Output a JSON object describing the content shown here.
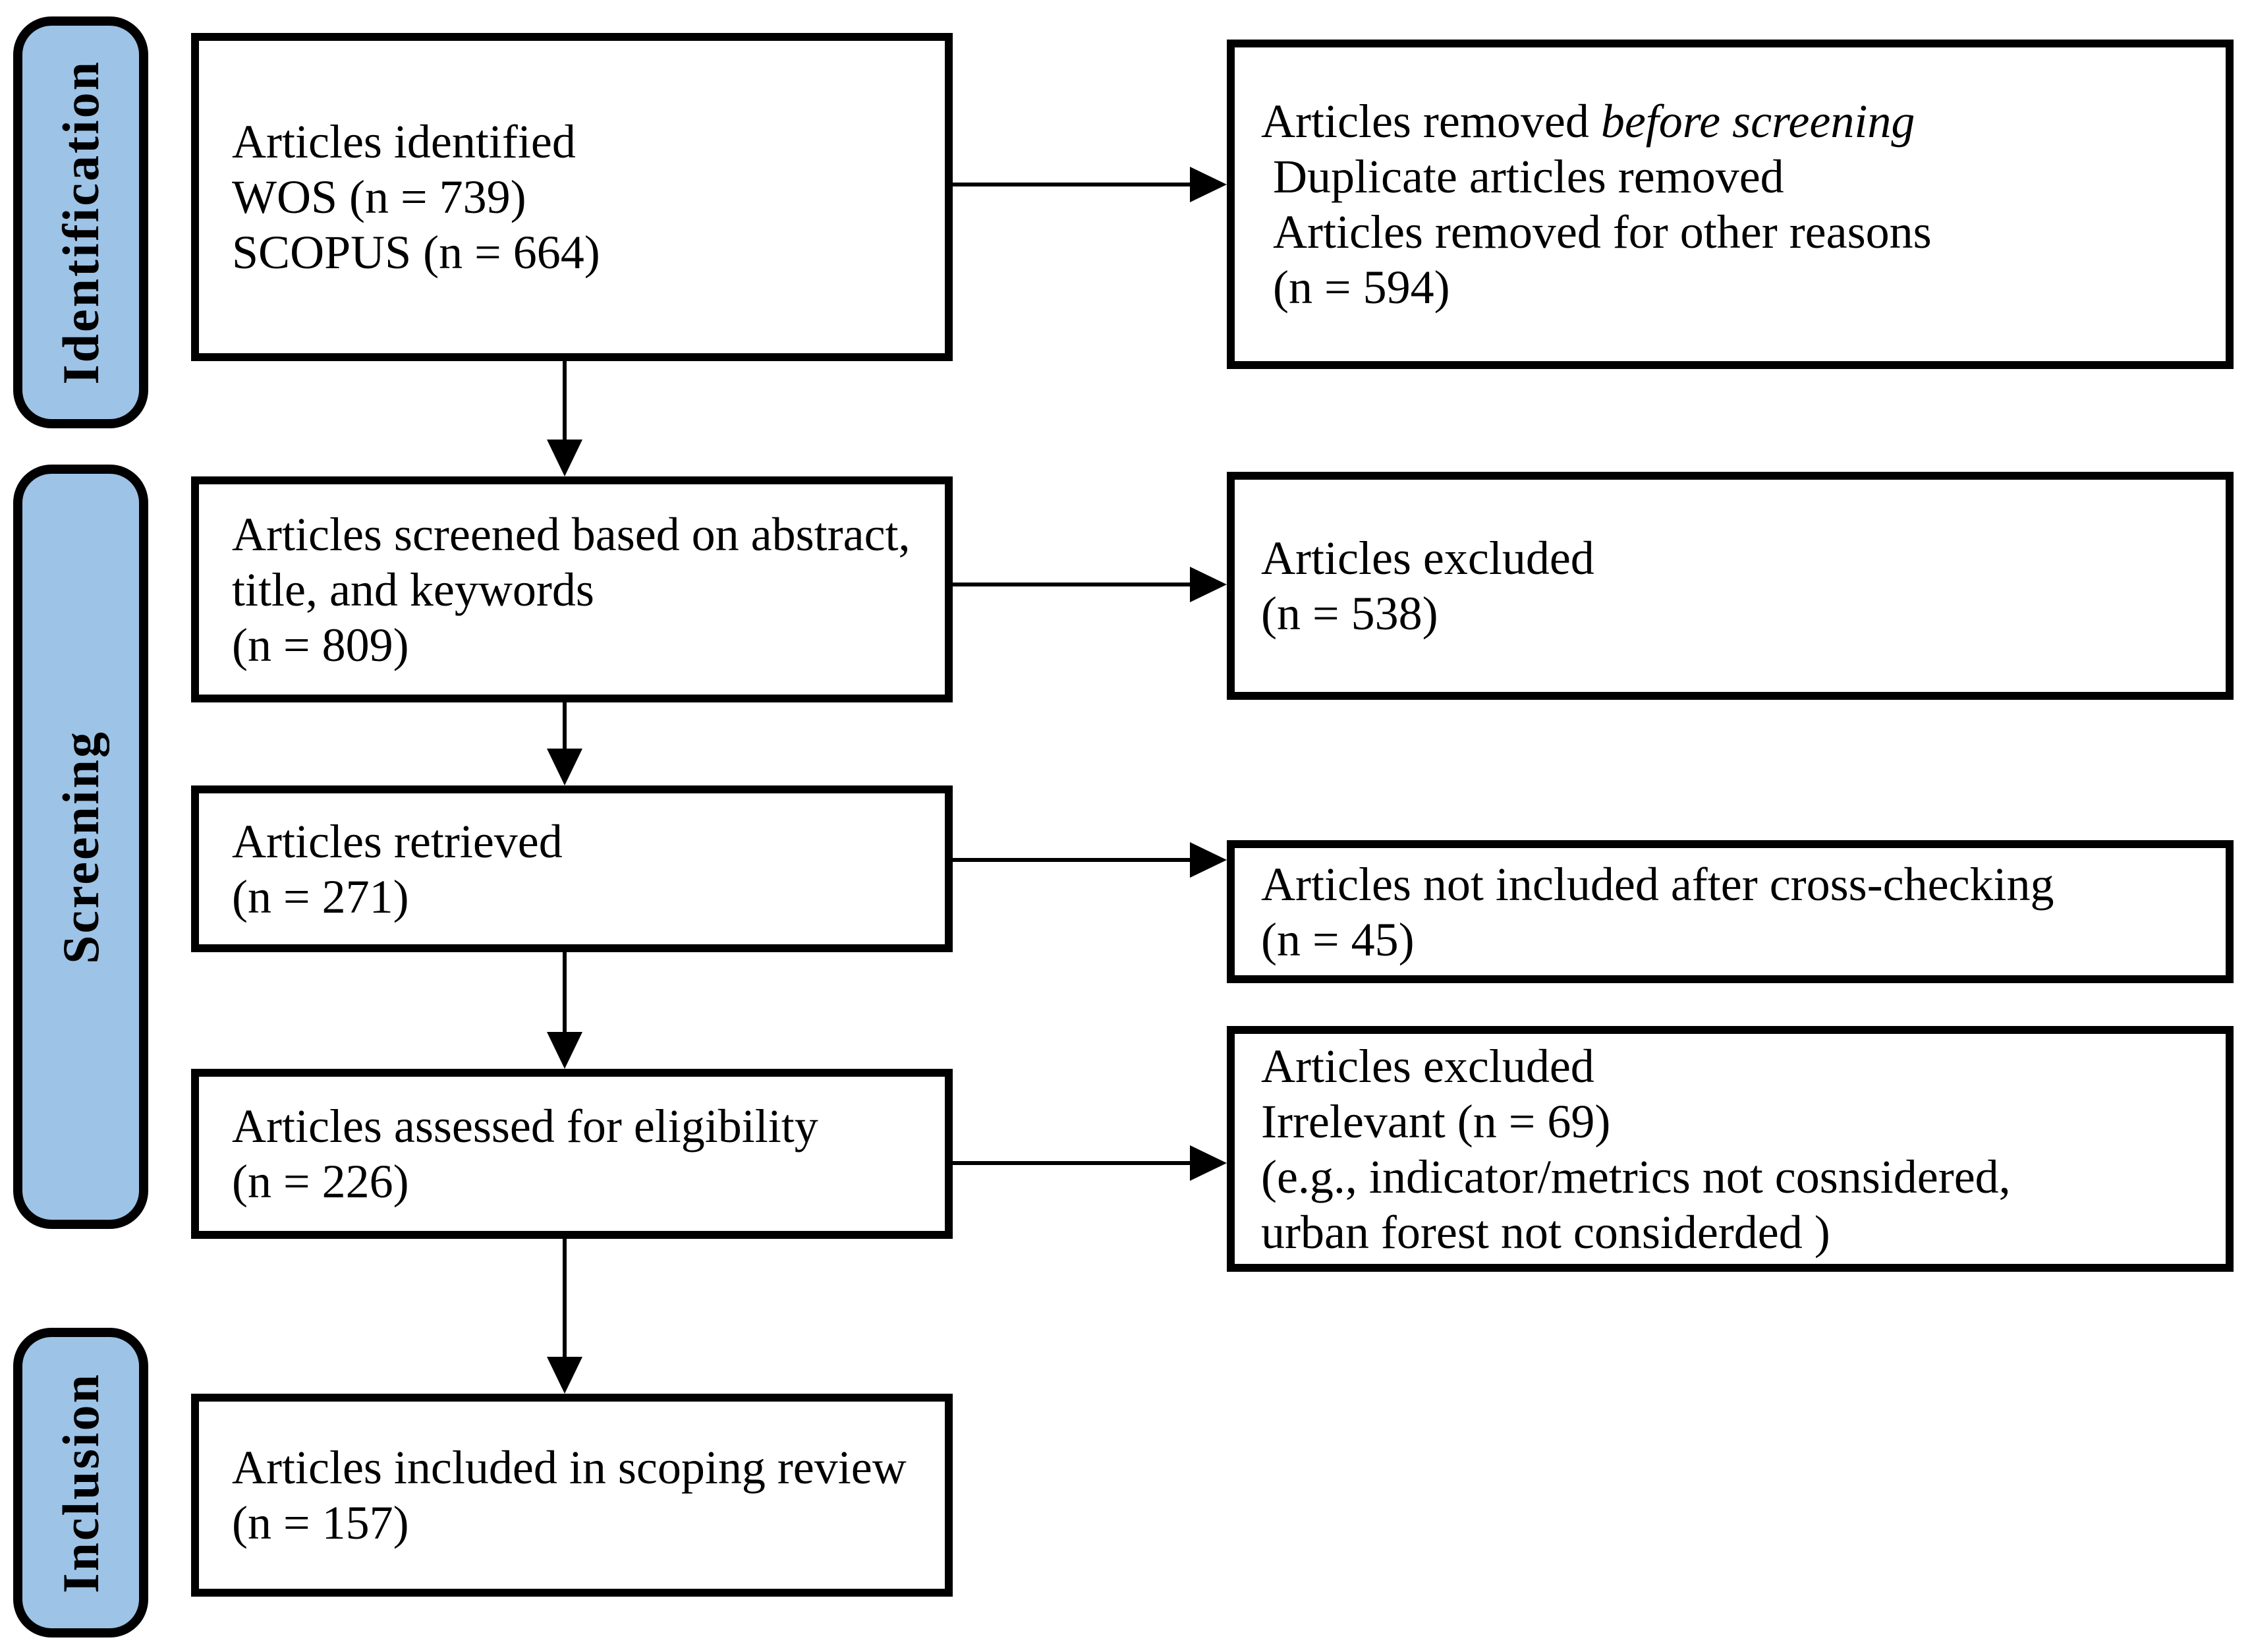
{
  "diagram": {
    "type": "prisma-flowchart",
    "colors": {
      "stage_fill": "#9DC3E6",
      "stage_border": "#000000",
      "box_border": "#000000",
      "text": "#000000",
      "background": "#FFFFFF"
    },
    "stages": [
      {
        "label": "Identification"
      },
      {
        "label": "Screening"
      },
      {
        "label": "Inclusion"
      }
    ],
    "boxes": {
      "identified": {
        "lines": [
          {
            "t": "Articles identified"
          },
          {
            "t": "WOS (n = 739)"
          },
          {
            "t": "SCOPUS (n = 664)"
          }
        ]
      },
      "removed_before_screening": {
        "lines": [
          {
            "t": "Articles removed ",
            "i": "before screening"
          },
          {
            "t": " Duplicate articles removed"
          },
          {
            "t": " Articles removed for other reasons"
          },
          {
            "t": " (n = 594)"
          }
        ]
      },
      "screened": {
        "lines": [
          {
            "t": "Articles screened based on abstract,"
          },
          {
            "t": "title, and keywords"
          },
          {
            "t": "(n = 809)"
          }
        ]
      },
      "excluded_after_screening": {
        "lines": [
          {
            "t": "Articles excluded"
          },
          {
            "t": "(n = 538)"
          }
        ]
      },
      "retrieved": {
        "lines": [
          {
            "t": "Articles retrieved"
          },
          {
            "t": "(n = 271)"
          }
        ]
      },
      "not_included_cross_checking": {
        "lines": [
          {
            "t": "Articles not included after cross-checking"
          },
          {
            "t": "(n = 45)"
          }
        ]
      },
      "assessed": {
        "lines": [
          {
            "t": "Articles assessed for eligibility"
          },
          {
            "t": "(n = 226)"
          }
        ]
      },
      "excluded_irrelevant": {
        "lines": [
          {
            "t": "Articles excluded"
          },
          {
            "t": "Irrelevant (n = 69)"
          },
          {
            "t": "(e.g., indicator/metrics not cosnsidered,"
          },
          {
            "t": "urban forest not considerded )"
          }
        ]
      },
      "included": {
        "lines": [
          {
            "t": "Articles included in scoping review"
          },
          {
            "t": "(n = 157)"
          }
        ]
      }
    }
  }
}
